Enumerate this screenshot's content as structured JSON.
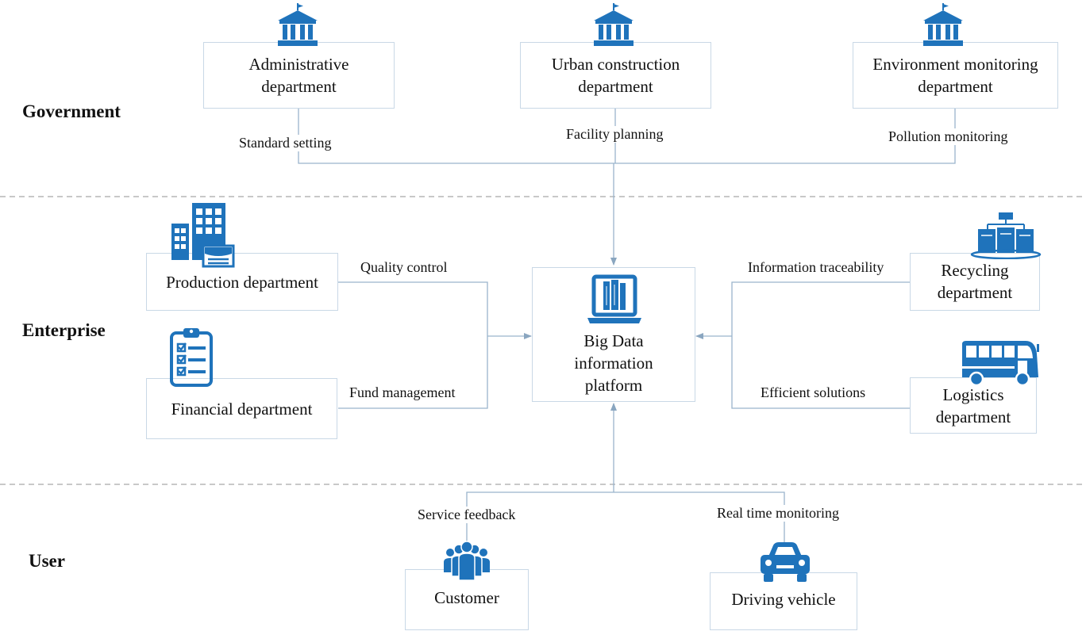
{
  "tiers": {
    "government": "Government",
    "enterprise": "Enterprise",
    "user": "User"
  },
  "government": {
    "administrative": "Administrative\ndepartment",
    "urban": "Urban construction\ndepartment",
    "environment": "Environment monitoring\ndepartment"
  },
  "enterprise": {
    "production": "Production department",
    "financial": "Financial department",
    "recycling": "Recycling\ndepartment",
    "logistics": "Logistics\ndepartment"
  },
  "platform": {
    "label": "Big Data\ninformation\nplatform"
  },
  "users": {
    "customer": "Customer",
    "vehicle": "Driving vehicle"
  },
  "edges": {
    "standard_setting": "Standard setting",
    "facility_planning": "Facility planning",
    "pollution_monitoring": "Pollution monitoring",
    "quality_control": "Quality control",
    "fund_management": "Fund management",
    "information_traceability": "Information traceability",
    "efficient_solutions": "Efficient solutions",
    "service_feedback": "Service feedback",
    "real_time_monitoring": "Real time monitoring"
  },
  "colors": {
    "icon": "#1f73bb",
    "connector": "#9ab4cc",
    "separator": "#a8a8a8",
    "box_border": "#c9d8e6"
  },
  "icons": {
    "government": "government-building-icon",
    "production": "office-building-icon",
    "financial": "clipboard-checklist-icon",
    "platform": "laptop-books-icon",
    "recycling": "server-rack-icon",
    "logistics": "bus-icon",
    "customer": "people-group-icon",
    "vehicle": "car-icon"
  }
}
